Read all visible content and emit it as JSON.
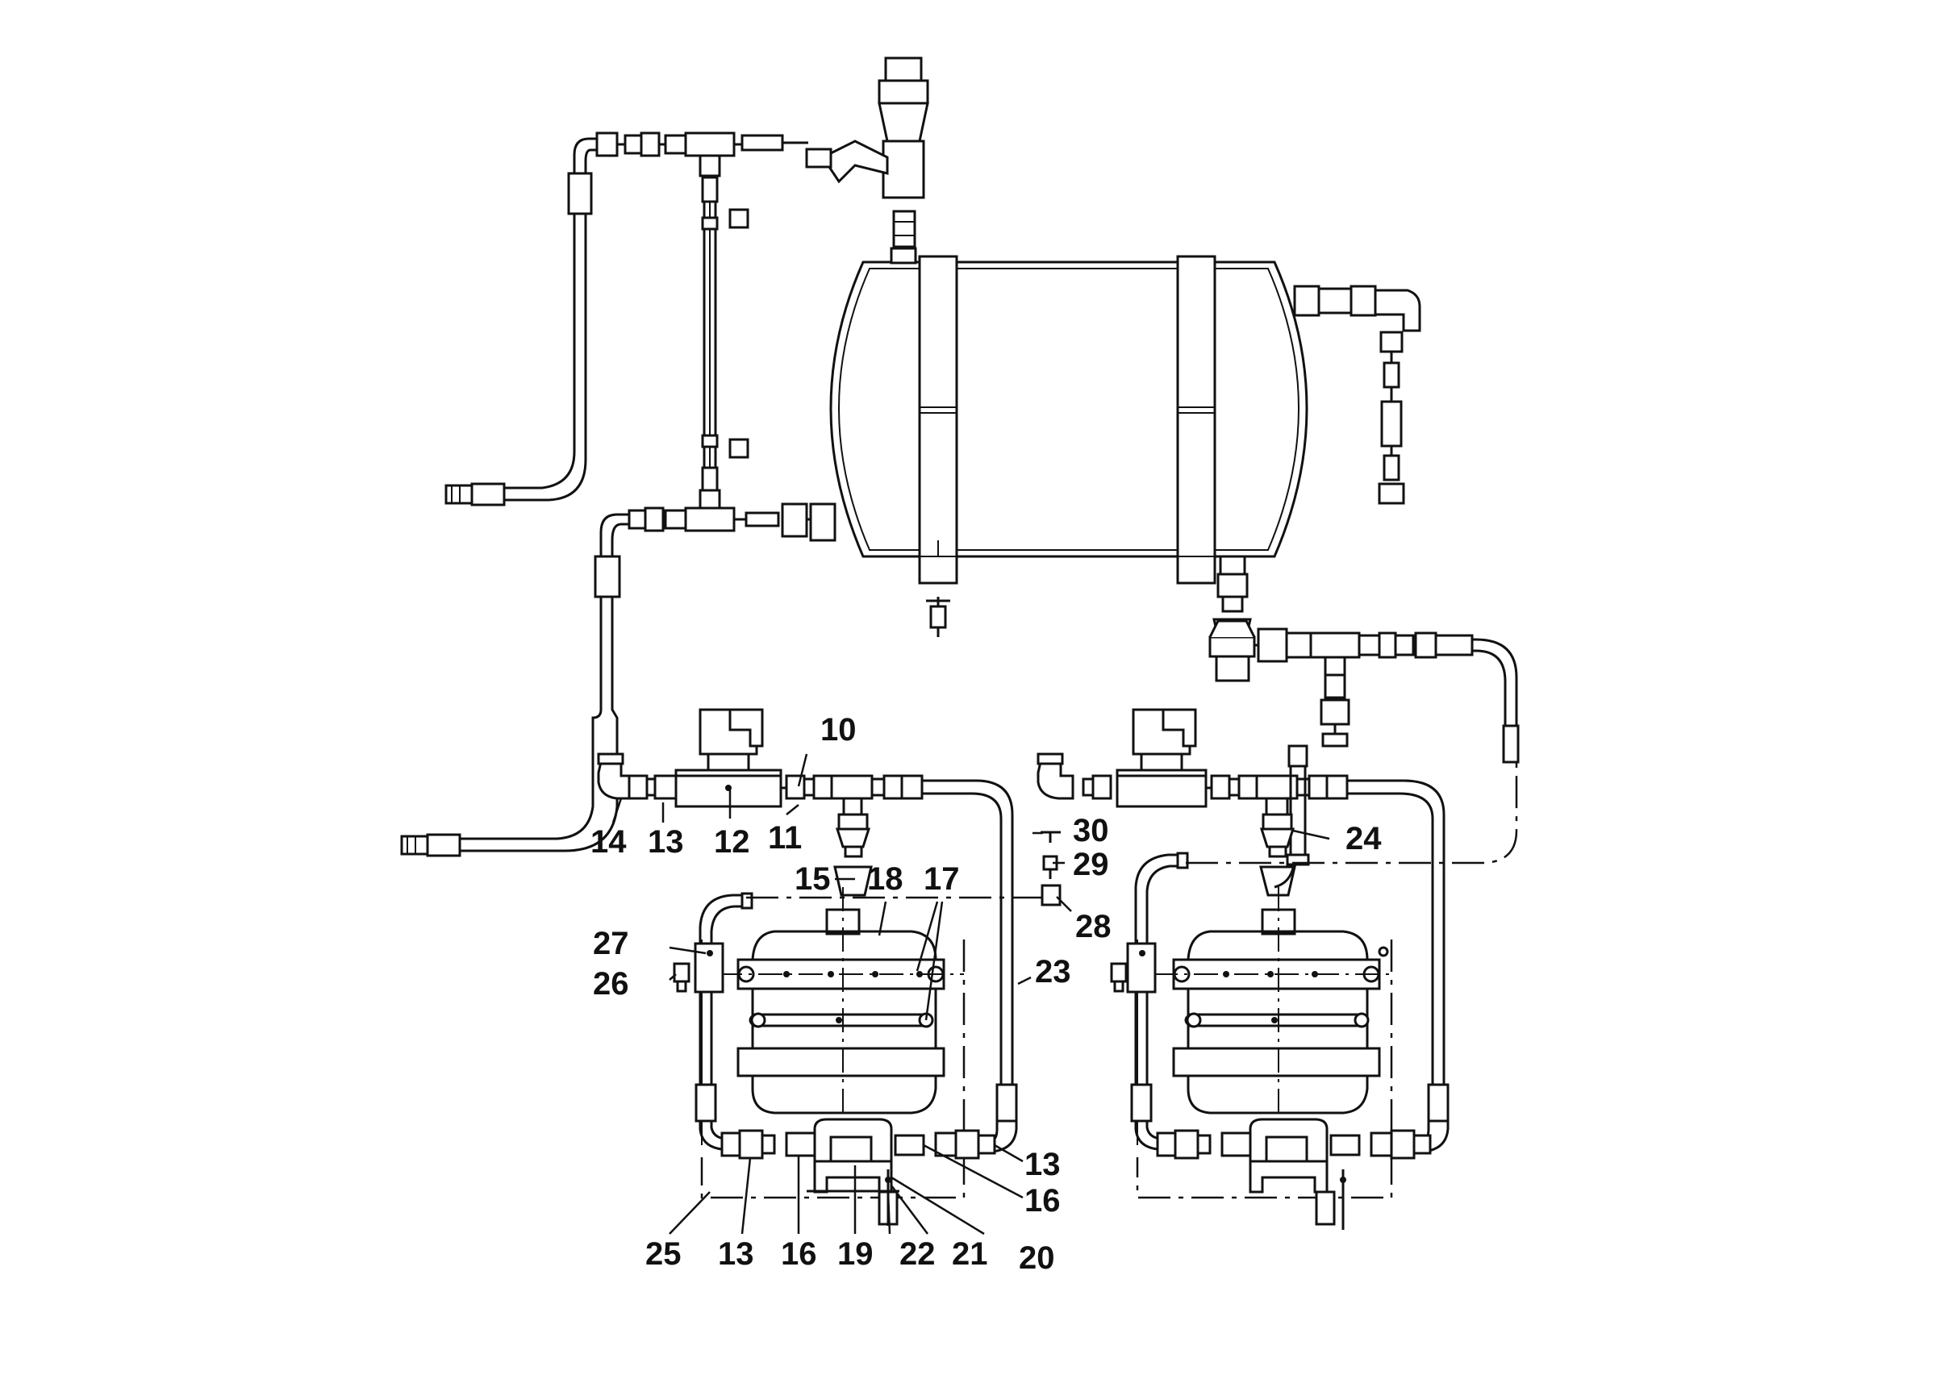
{
  "callouts": [
    {
      "id": "c10",
      "label": "10"
    },
    {
      "id": "c11",
      "label": "11"
    },
    {
      "id": "c12",
      "label": "12"
    },
    {
      "id": "c13a",
      "label": "13"
    },
    {
      "id": "c14",
      "label": "14"
    },
    {
      "id": "c15",
      "label": "15"
    },
    {
      "id": "c16a",
      "label": "16"
    },
    {
      "id": "c16b",
      "label": "16"
    },
    {
      "id": "c17",
      "label": "17"
    },
    {
      "id": "c18",
      "label": "18"
    },
    {
      "id": "c19",
      "label": "19"
    },
    {
      "id": "c20",
      "label": "20"
    },
    {
      "id": "c21",
      "label": "21"
    },
    {
      "id": "c22",
      "label": "22"
    },
    {
      "id": "c23",
      "label": "23"
    },
    {
      "id": "c24",
      "label": "24"
    },
    {
      "id": "c25",
      "label": "25"
    },
    {
      "id": "c26",
      "label": "26"
    },
    {
      "id": "c27",
      "label": "27"
    },
    {
      "id": "c28",
      "label": "28"
    },
    {
      "id": "c29",
      "label": "29"
    },
    {
      "id": "c30",
      "label": "30"
    },
    {
      "id": "c13b",
      "label": "13"
    },
    {
      "id": "c13c",
      "label": "13"
    }
  ],
  "colors": {
    "line": "#111111",
    "background": "#ffffff"
  }
}
